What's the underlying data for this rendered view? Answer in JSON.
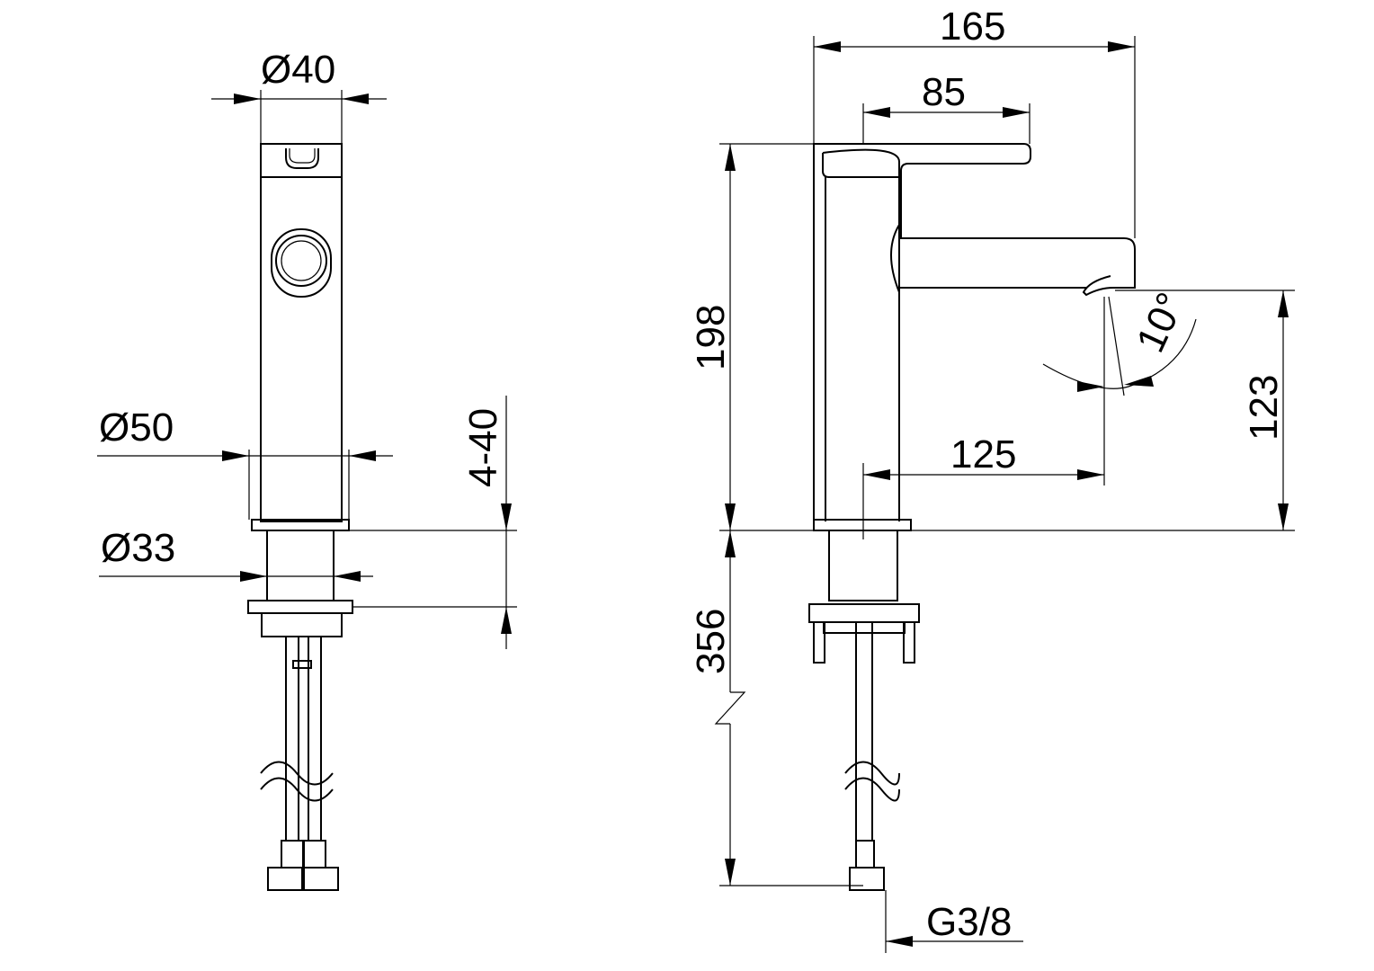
{
  "drawing": {
    "side_view": {
      "dims": {
        "dia_top": "Ø40",
        "dia_body": "Ø50",
        "dia_neck": "Ø33",
        "deck_thickness": "4-40"
      }
    },
    "front_view": {
      "dims": {
        "total_depth": "165",
        "lever_length": "85",
        "height": "198",
        "spout_reach": "125",
        "spout_height": "123",
        "spout_angle": "10°",
        "hose_length": "356",
        "thread": "G3/8"
      }
    },
    "line_color": "#000000",
    "background": "#ffffff"
  }
}
